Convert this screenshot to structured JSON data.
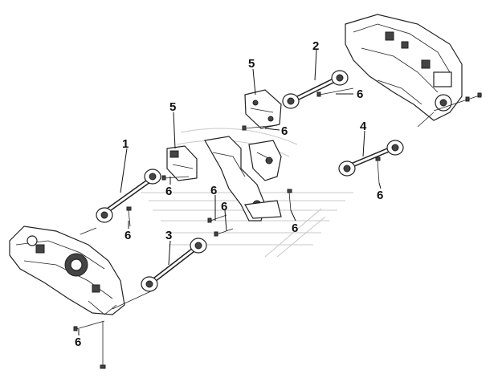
{
  "diagram": {
    "callouts": [
      {
        "id": "c1",
        "text": "1"
      },
      {
        "id": "c2",
        "text": "2"
      },
      {
        "id": "c3",
        "text": "3"
      },
      {
        "id": "c4",
        "text": "4"
      },
      {
        "id": "c5a",
        "text": "5"
      },
      {
        "id": "c5b",
        "text": "5"
      },
      {
        "id": "c6a",
        "text": "6"
      },
      {
        "id": "c6b",
        "text": "6"
      },
      {
        "id": "c6c",
        "text": "6"
      },
      {
        "id": "c6d",
        "text": "6"
      },
      {
        "id": "c6e",
        "text": "6"
      },
      {
        "id": "c6f",
        "text": "6"
      },
      {
        "id": "c6g",
        "text": "6"
      },
      {
        "id": "c6h",
        "text": "6"
      },
      {
        "id": "c6i",
        "text": "6"
      }
    ]
  }
}
